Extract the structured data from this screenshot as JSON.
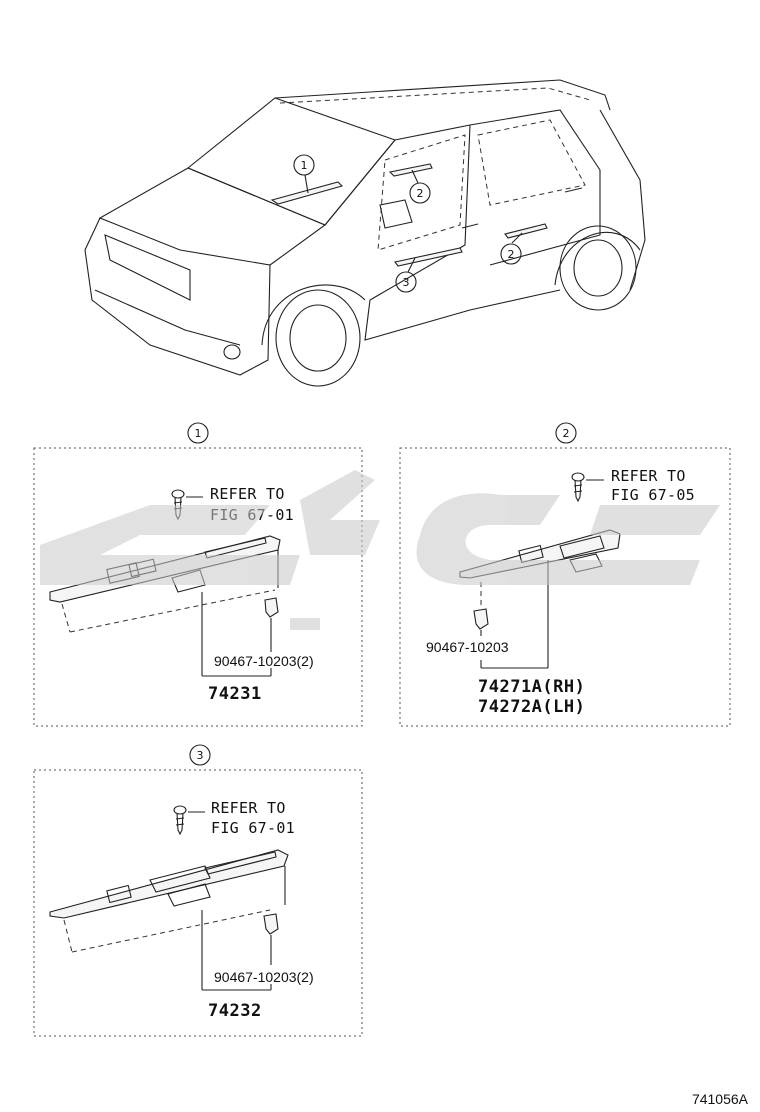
{
  "callouts": {
    "c1": "1",
    "c2": "2",
    "c3": "3"
  },
  "panel1": {
    "refer_line1": "REFER TO",
    "refer_line2": "FIG 67-01",
    "clip_part": "90467-10203(2)",
    "part_number": "74231"
  },
  "panel2": {
    "refer_line1": "REFER TO",
    "refer_line2": "FIG 67-05",
    "clip_part": "90467-10203",
    "part_number_rh": "74271A(RH)",
    "part_number_lh": "74272A(LH)"
  },
  "panel3": {
    "refer_line1": "REFER TO",
    "refer_line2": "FIG 67-01",
    "clip_part": "90467-10203(2)",
    "part_number": "74232"
  },
  "diagram_code": "741056A",
  "colors": {
    "line": "#222222",
    "watermark": "#c8c8c8"
  }
}
